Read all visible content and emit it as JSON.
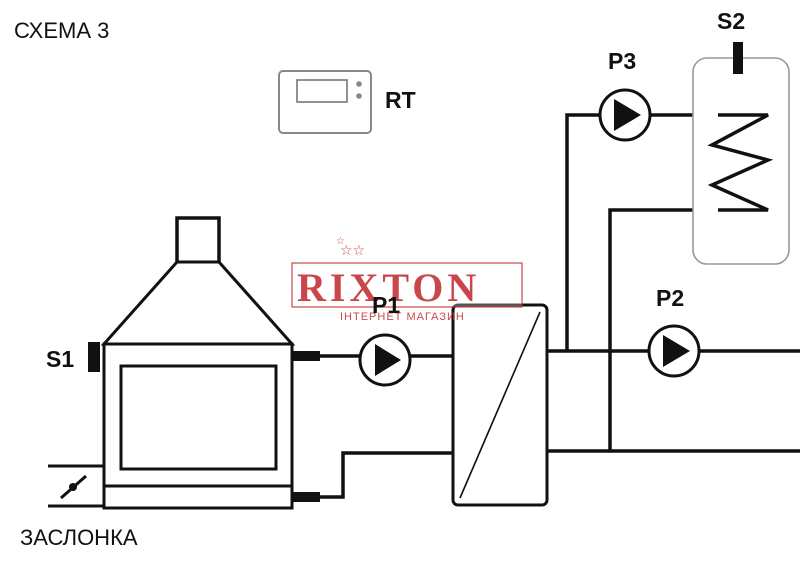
{
  "diagram": {
    "title": "СХЕМА 3",
    "damper_label": "ЗАСЛОНКА",
    "sensor_1": "S1",
    "sensor_2": "S2",
    "thermostat": "RT",
    "pump_1": "P1",
    "pump_2": "P2",
    "pump_3": "P3"
  },
  "watermark": {
    "brand": "RIXTON",
    "subtitle": "ІНТЕРНЕТ МАГАЗИН",
    "color": "#c0282d"
  },
  "colors": {
    "line": "#111111",
    "tank_outline": "#999999",
    "background": "#ffffff"
  }
}
